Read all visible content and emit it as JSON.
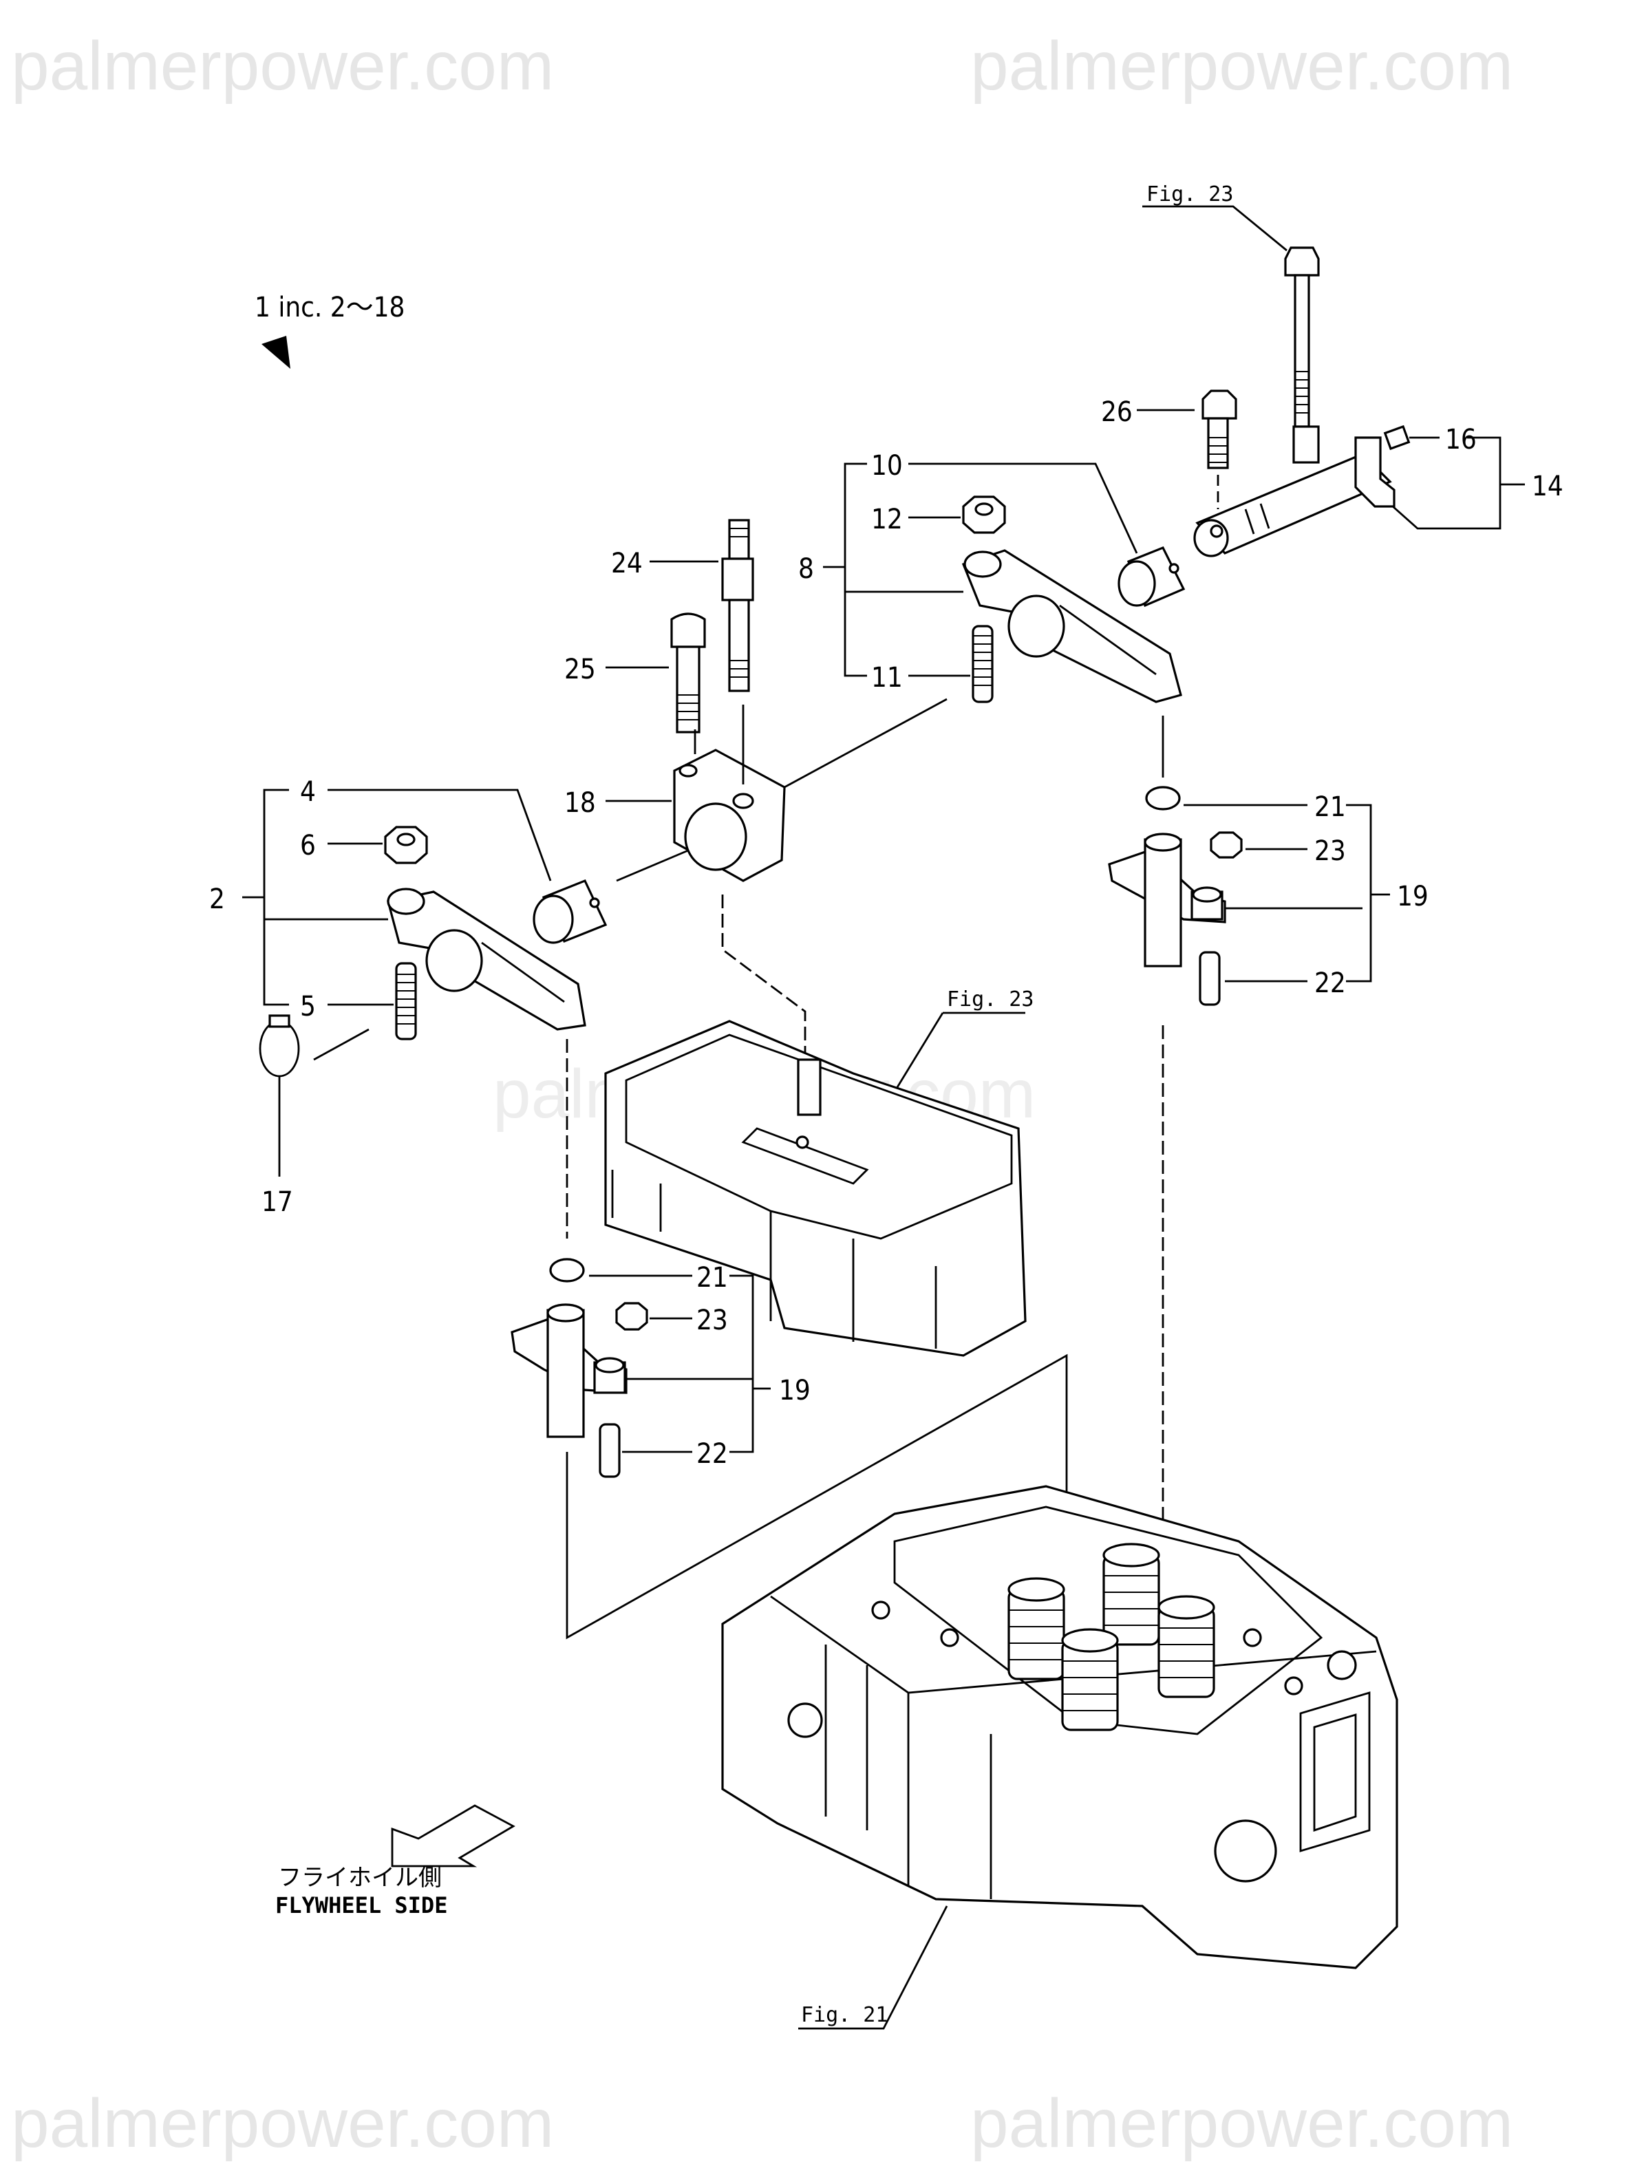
{
  "watermarks": [
    "palmerpower.com",
    "palmerpower.com",
    "palmerpower.com",
    "palmerpower.com",
    "palmerpower.com"
  ],
  "assembly_note": "1 inc. 2〜18",
  "figure_refs": {
    "top": "Fig. 23",
    "middle": "Fig. 23",
    "bottom": "Fig. 21"
  },
  "callouts": {
    "p2": "2",
    "p4": "4",
    "p5": "5",
    "p6": "6",
    "p8": "8",
    "p10": "10",
    "p11": "11",
    "p12": "12",
    "p14": "14",
    "p16": "16",
    "p17": "17",
    "p18": "18",
    "p19a": "19",
    "p21a": "21",
    "p22a": "22",
    "p23a": "23",
    "p19b": "19",
    "p21b": "21",
    "p22b": "22",
    "p23b": "23",
    "p24": "24",
    "p25": "25",
    "p26": "26"
  },
  "direction": {
    "jp": "フライホイル側",
    "en": "FLYWHEEL SIDE"
  }
}
